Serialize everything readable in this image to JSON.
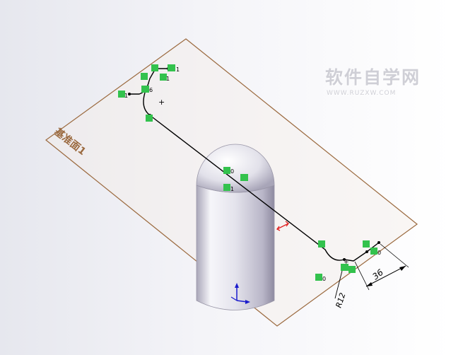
{
  "plane": {
    "label": "基准面1",
    "edge_color": "#9b6a3f"
  },
  "watermark": {
    "title": "软件自学网",
    "url": "WWW.RUZXW.COM"
  },
  "dimensions": {
    "radius_label": "R12",
    "length_label": "36"
  },
  "relations": {
    "r1": "1",
    "r2": "6",
    "r3": "1",
    "r4": "1",
    "r5": "0",
    "r6": "1",
    "r7": "0",
    "r8": "6",
    "r9": "0"
  },
  "colors": {
    "relation_badge": "#33c24d",
    "path": "#000000",
    "part_shade": "#c9c7d6"
  }
}
